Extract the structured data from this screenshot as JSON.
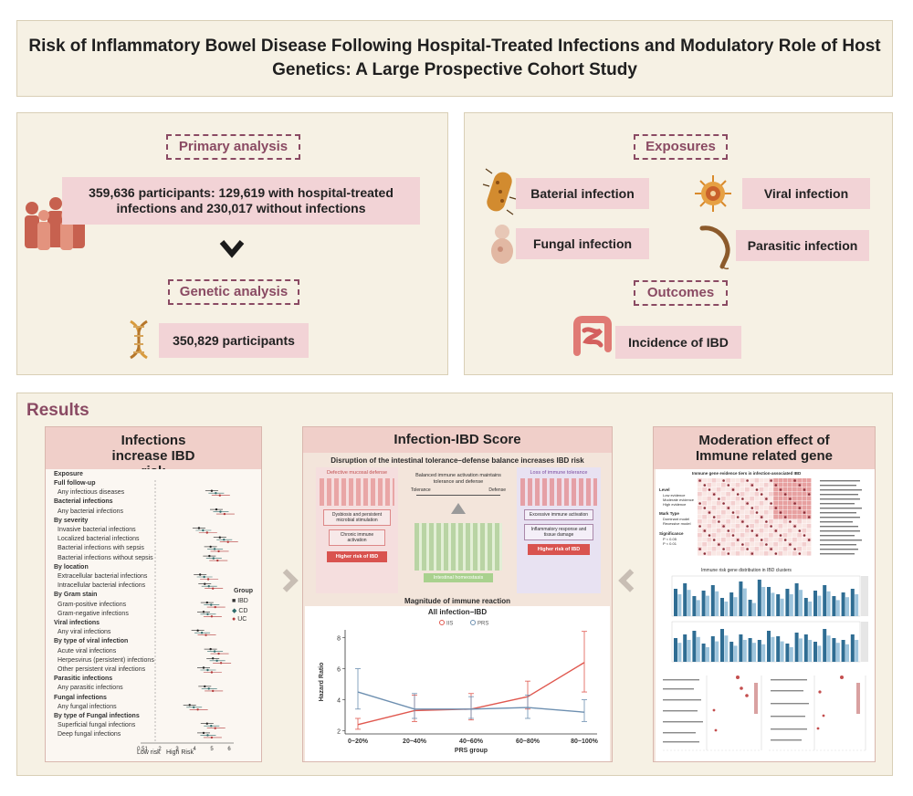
{
  "title": "Risk of Inflammatory Bowel Disease Following Hospital-Treated Infections and Modulatory Role of Host Genetics: A Large Prospective Cohort Study",
  "primary": {
    "label": "Primary analysis",
    "participants": "359,636 participants: 129,619 with hospital-treated infections and 230,017 without infections",
    "genetic_label": "Genetic analysis",
    "genetic_participants": "350,829 participants"
  },
  "exposures": {
    "label": "Exposures",
    "items": [
      "Baterial infection",
      "Viral infection",
      "Fungal infection",
      "Parasitic infection"
    ],
    "outcomes_label": "Outcomes",
    "outcome": "Incidence of IBD"
  },
  "results": {
    "label": "Results",
    "card1_title": "Infections increase IBD risk",
    "card2_title": "Infection-IBD Score",
    "card3_title": "Moderation effect of Immune related gene"
  },
  "forest": {
    "header": "Exposure",
    "rows": [
      {
        "label": "Full follow-up",
        "bold": true
      },
      {
        "label": "Any infectious diseases",
        "bold": false
      },
      {
        "label": "Bacterial infections",
        "bold": true
      },
      {
        "label": "Any bacterial infections",
        "bold": false
      },
      {
        "label": "By severity",
        "bold": true
      },
      {
        "label": "Invasive bacterial infections",
        "bold": false
      },
      {
        "label": "Localized bacterial infections",
        "bold": false
      },
      {
        "label": "Bacterial infections with sepsis",
        "bold": false
      },
      {
        "label": "Bacterial infections without sepsis",
        "bold": false
      },
      {
        "label": "By location",
        "bold": true
      },
      {
        "label": "Extracellular bacterial infections",
        "bold": false
      },
      {
        "label": "Intracellular bacterial infections",
        "bold": false
      },
      {
        "label": "By Gram stain",
        "bold": true
      },
      {
        "label": "Gram-positive infections",
        "bold": false
      },
      {
        "label": "Gram-negative infections",
        "bold": false
      },
      {
        "label": "Viral infections",
        "bold": true
      },
      {
        "label": "Any viral infections",
        "bold": false
      },
      {
        "label": "By type of viral infection",
        "bold": true
      },
      {
        "label": "Acute viral infections",
        "bold": false
      },
      {
        "label": "Herpesvirus (persistent) infections",
        "bold": false
      },
      {
        "label": "Other persistent viral infections",
        "bold": false
      },
      {
        "label": "Parasitic infections",
        "bold": true
      },
      {
        "label": "Any parasitic infections",
        "bold": false
      },
      {
        "label": "Fungal infections",
        "bold": true
      },
      {
        "label": "Any fungal infections",
        "bold": false
      },
      {
        "label": "By type of Fungal infections",
        "bold": true
      },
      {
        "label": "Superficial fungal infections",
        "bold": false
      },
      {
        "label": "Deep fungal infections",
        "bold": false
      }
    ],
    "legend_title": "Group",
    "legend": [
      "IBD",
      "CD",
      "UC"
    ],
    "ticks": [
      "0.51",
      "2",
      "3",
      "4",
      "5",
      "6"
    ],
    "low": "Low risk",
    "high": "High Risk"
  },
  "schematic": {
    "title": "Disruption of the intestinal tolerance–defense balance increases IBD risk",
    "left_head": "Defective mucosal defense",
    "left_box1": "Dysbiosis and persistent microbial stimulation",
    "left_box2": "Chronic immune activation",
    "left_out": "Higher risk of IBD",
    "mid_text": "Balanced immune activation maintains tolerance and defense",
    "mid_tol": "Tolerance",
    "mid_def": "Defense",
    "mid_out": "Intestinal homeostasis",
    "right_head": "Loss of immune tolerance",
    "right_box1": "Excessive immune activation",
    "right_box2": "Inflammatory response and tissue damage",
    "right_out": "Higher risk of IBD",
    "magnitude": "Magnitude of immune reaction"
  },
  "chart_data": {
    "type": "line",
    "title": "All infection−IBD",
    "categories": [
      "0~20%",
      "20~40%",
      "40~60%",
      "60~80%",
      "80~100%"
    ],
    "xlabel": "PRS group",
    "ylabel": "Hazard Ratio",
    "ylim": [
      1.8,
      8.5
    ],
    "yticks": [
      "2",
      "4",
      "6",
      "8"
    ],
    "series": [
      {
        "name": "IIS",
        "color": "#e0584f",
        "values": [
          2.4,
          3.3,
          3.4,
          4.2,
          6.4
        ],
        "lower": [
          2.1,
          2.6,
          2.7,
          3.4,
          4.5
        ],
        "upper": [
          2.8,
          4.3,
          4.4,
          5.2,
          8.4
        ]
      },
      {
        "name": "PRS",
        "color": "#6d8fb0",
        "values": [
          4.5,
          3.4,
          3.4,
          3.5,
          3.2
        ],
        "lower": [
          3.4,
          2.8,
          2.8,
          2.8,
          2.6
        ],
        "upper": [
          6.0,
          4.4,
          4.2,
          4.3,
          4.0
        ]
      }
    ]
  },
  "right_card": {
    "heatmap_title": "Immune gene evidence tiers in infection-associated IBD",
    "bar_title": "Immune risk gene distribution in IBD clusters",
    "level_label": "Level",
    "level_items": [
      "Low evidence",
      "Moderate evidence",
      "High evidence"
    ],
    "mark_label": "Mark Type",
    "mark_items": [
      "Dominant model",
      "Recessive model"
    ],
    "sig_label": "Significance",
    "sig_items": [
      "P < 0.05",
      "P < 0.01"
    ]
  }
}
